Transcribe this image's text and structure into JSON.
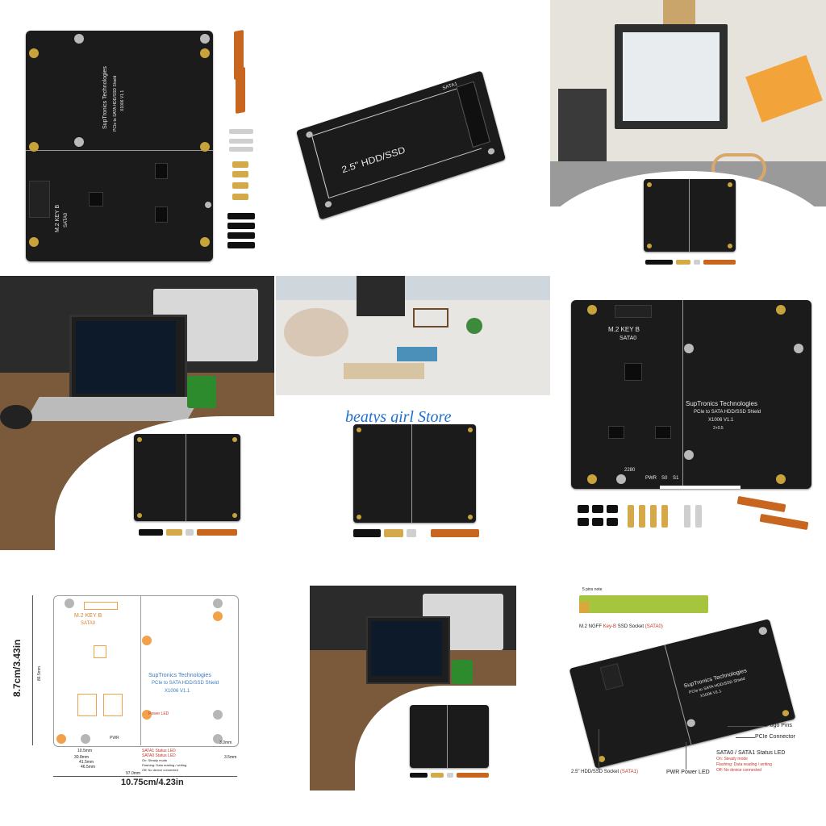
{
  "store": {
    "watermark": "beatys girl Store"
  },
  "board": {
    "company": "SupTronics Technologies",
    "product": "PCIe to SATA HDD/SSD Shield",
    "model": "X1006 V1.1",
    "rev": "2+0.5",
    "m2_label": "M.2 KEY B",
    "sata0": "SATA0",
    "size_2280": "2280",
    "sata1_tag": "SATA1",
    "hdd_label": "2.5\" HDD/SSD",
    "pins": {
      "pwr": "PWR",
      "s0": "S0",
      "s1": "S1"
    }
  },
  "dimension_panel": {
    "height": "8.7cm/3.43in",
    "width": "10.75cm/4.23in",
    "left_measure": "86.5mm",
    "right_measure_top": "3.0mm",
    "right_measure_bottom": "3.5mm",
    "bottom_measures": [
      "10.5mm",
      "30.8mm",
      "41.5mm",
      "46.5mm",
      "97.0mm"
    ],
    "notes": [
      "Power LED",
      "SATA1 Status LED",
      "SATA0 Status LED",
      "On: Steady mode",
      "Flashing: Data reading / writing",
      "Off: No device connected"
    ]
  },
  "feature_panel": {
    "pins_note": "5 pins note",
    "socket_label_prefix": "M.2 NGFF",
    "socket_label_key": "Key-B",
    "socket_label_mid": "SSD Socket",
    "socket_label_tag": "(SATA0)",
    "labels": {
      "pogo": "Pogo Pins",
      "pcie": "PCIe Connector",
      "led": "SATA0 / SATA1 Status LED",
      "led_on": "On: Steady mode",
      "led_flash": "Flashing: Data reading / writing",
      "led_off": "Off: No device connected",
      "hdd_socket": "2.5\" HDD/SSD Socket",
      "hdd_tag": "(SATA1)",
      "pwr_led": "PWR Power LED"
    }
  },
  "colors": {
    "pcb": "#1b1b1b",
    "gold": "#c8a23a",
    "flex_cable": "#c8651f",
    "watermark": "#1f6fd1",
    "accent_red": "#c0392b"
  }
}
